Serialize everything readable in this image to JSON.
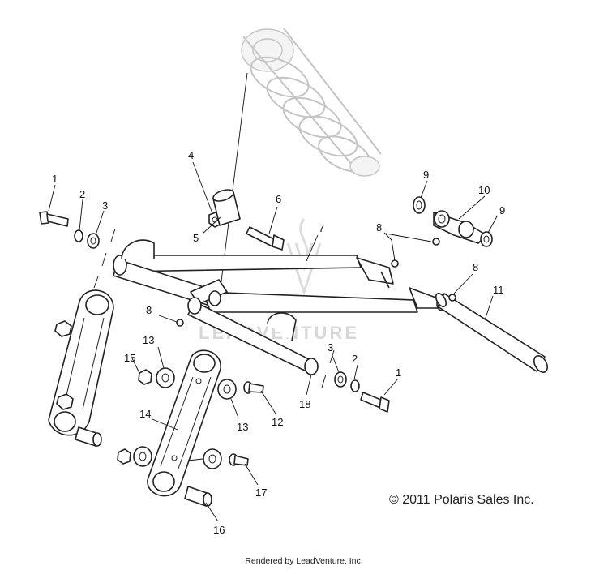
{
  "diagram": {
    "watermark": "LEADVENTURE",
    "copyright": "© 2011 Polaris Sales Inc.",
    "footer": "Rendered by LeadVenture, Inc.",
    "callouts": [
      {
        "id": "c1a",
        "label": "1"
      },
      {
        "id": "c2a",
        "label": "2"
      },
      {
        "id": "c3a",
        "label": "3"
      },
      {
        "id": "c4",
        "label": "4"
      },
      {
        "id": "c5",
        "label": "5"
      },
      {
        "id": "c6",
        "label": "6"
      },
      {
        "id": "c7",
        "label": "7"
      },
      {
        "id": "c8a",
        "label": "8"
      },
      {
        "id": "c8b",
        "label": "8"
      },
      {
        "id": "c8c",
        "label": "8"
      },
      {
        "id": "c9a",
        "label": "9"
      },
      {
        "id": "c9b",
        "label": "9"
      },
      {
        "id": "c10",
        "label": "10"
      },
      {
        "id": "c11",
        "label": "11"
      },
      {
        "id": "c12",
        "label": "12"
      },
      {
        "id": "c13a",
        "label": "13"
      },
      {
        "id": "c13b",
        "label": "13"
      },
      {
        "id": "c14",
        "label": "14"
      },
      {
        "id": "c15",
        "label": "15"
      },
      {
        "id": "c16",
        "label": "16"
      },
      {
        "id": "c17",
        "label": "17"
      },
      {
        "id": "c18",
        "label": "18"
      },
      {
        "id": "c3b",
        "label": "3"
      },
      {
        "id": "c2b",
        "label": "2"
      },
      {
        "id": "c1b",
        "label": "1"
      }
    ]
  }
}
